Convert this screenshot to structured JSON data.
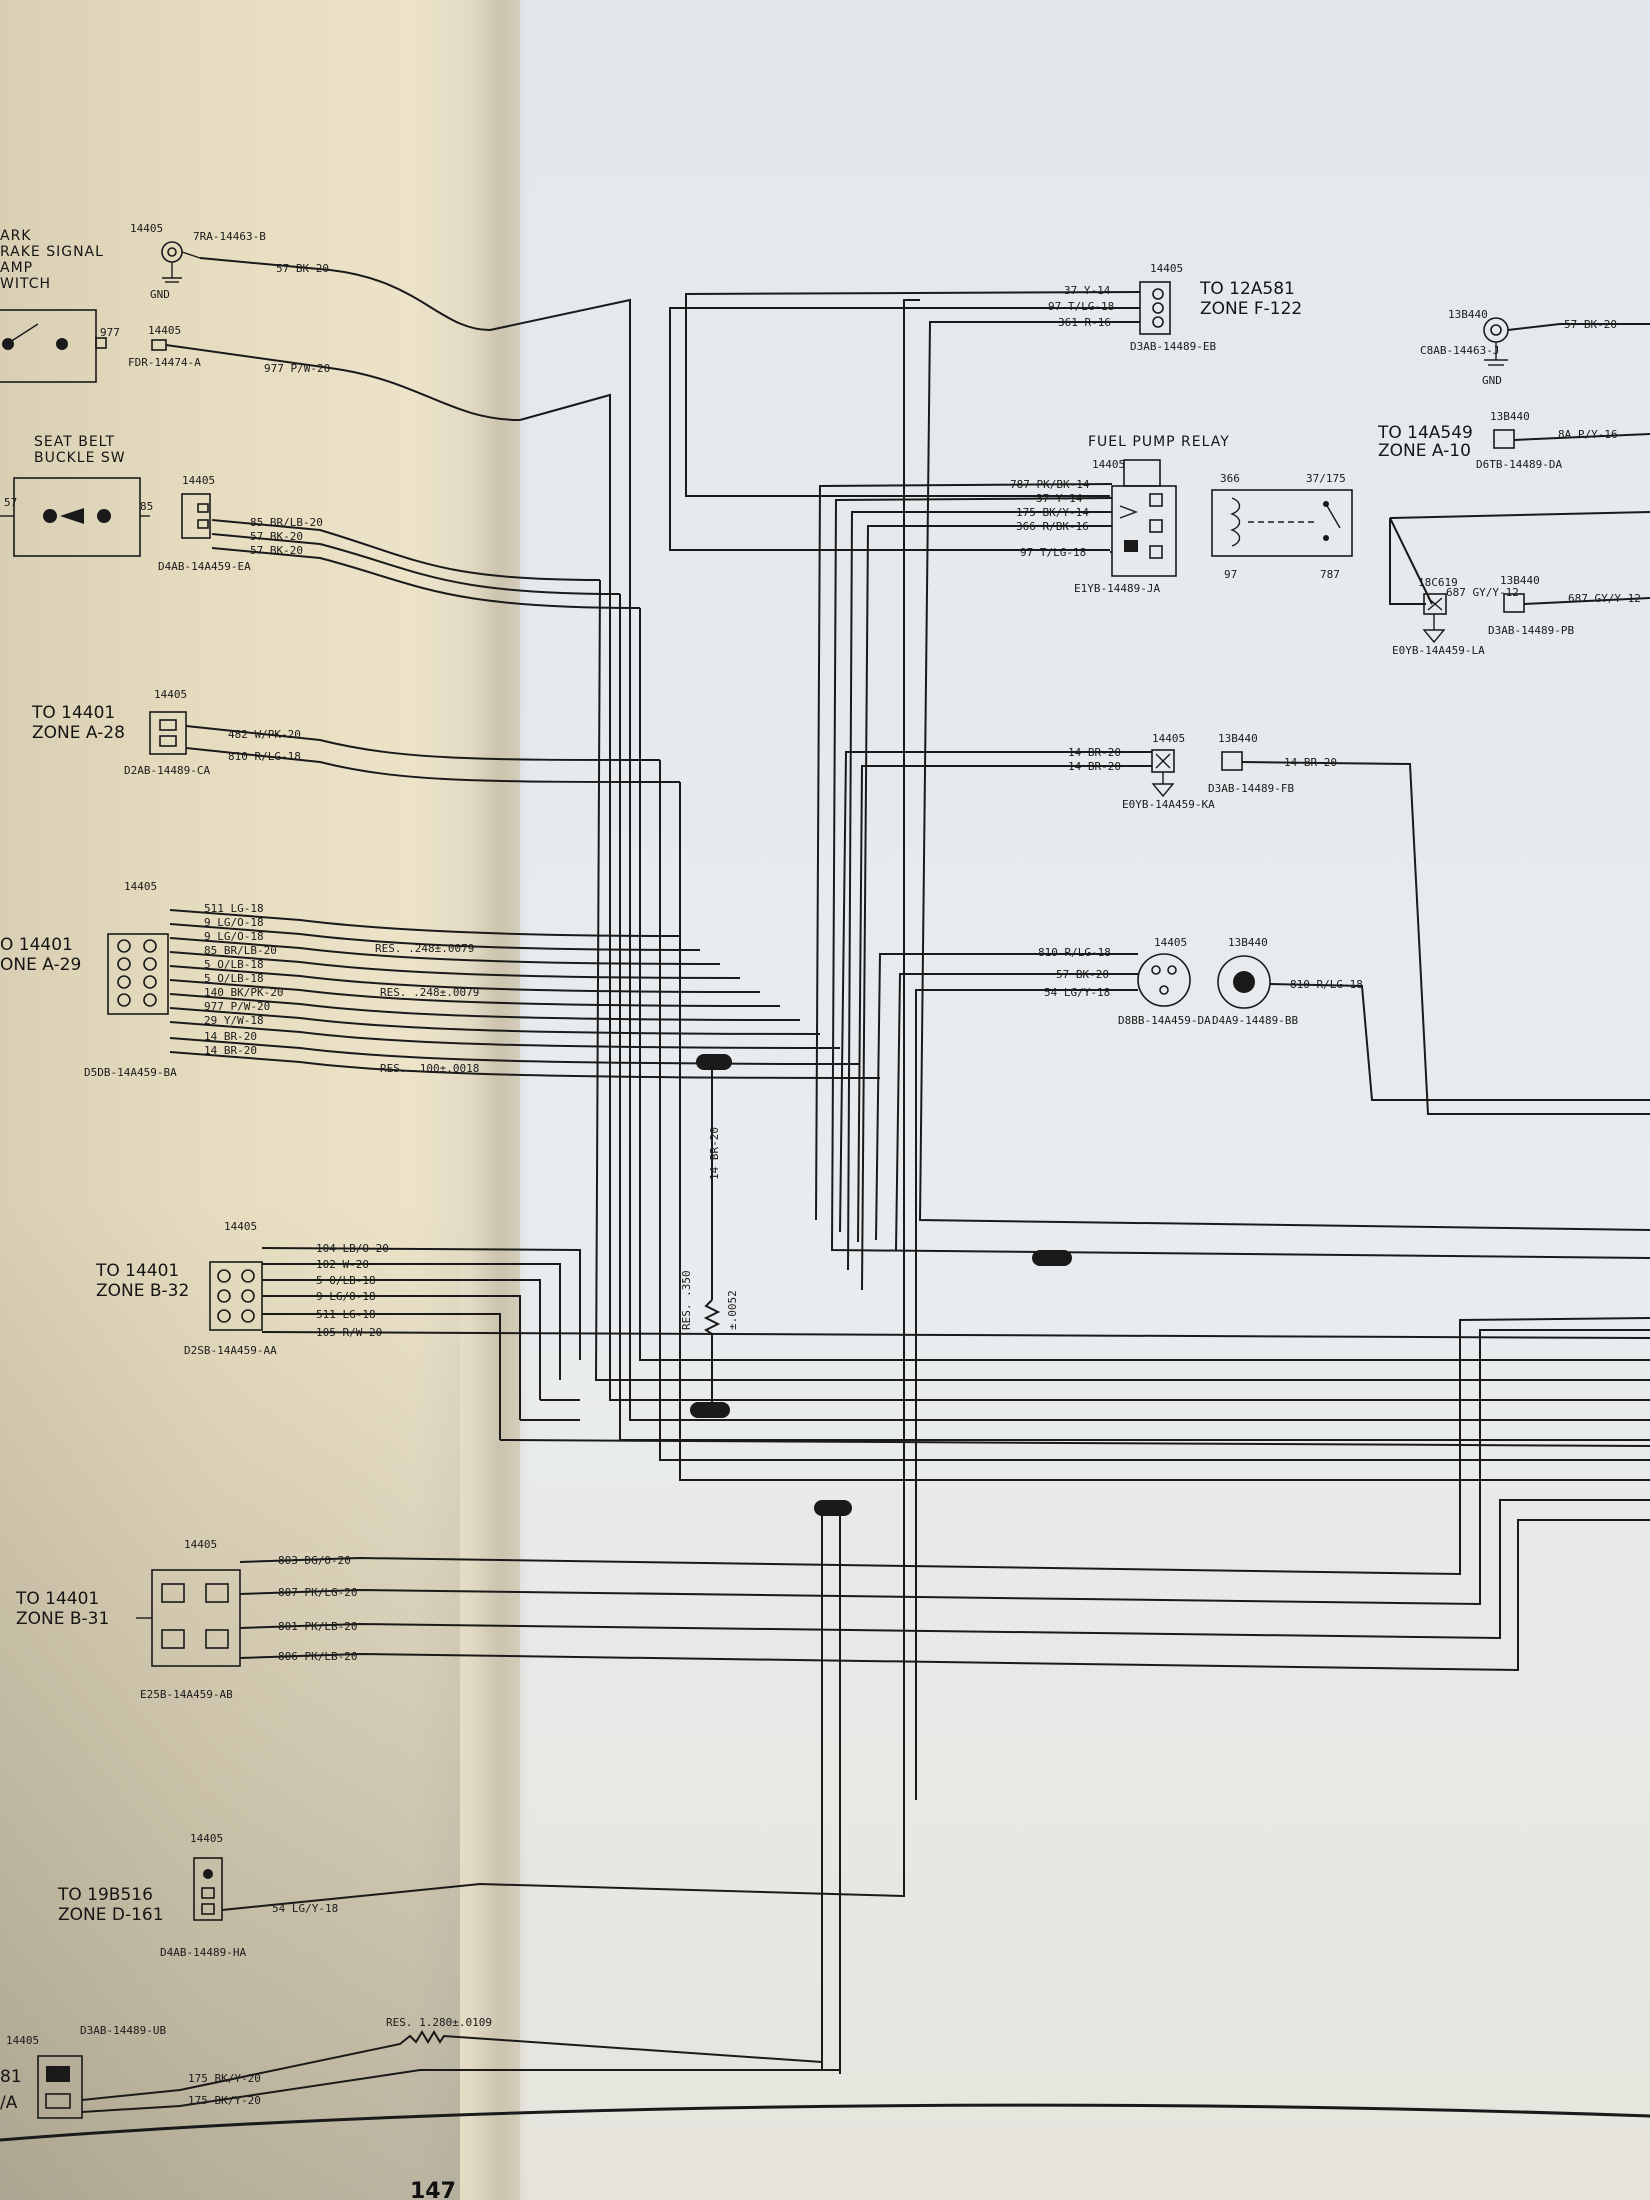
{
  "page_number": "147",
  "blocks": {
    "park_brake": {
      "title_lines": [
        "ARK",
        "RAKE SIGNAL",
        "AMP",
        "WITCH"
      ],
      "part": "14405",
      "pin": "977"
    },
    "gnd_top": {
      "part": "14405",
      "ref": "7RA-14463-B",
      "label": "GND",
      "wire": "57 BK-20"
    },
    "fdr": {
      "part": "14405",
      "ref": "FDR-14474-A",
      "wire": "977 P/W-20"
    },
    "seat_belt": {
      "title_lines": [
        "SEAT BELT",
        "BUCKLE SW"
      ],
      "pin_left": "57",
      "pin_right": "85",
      "part": "14405",
      "ref": "D4AB-14A459-EA",
      "wires": [
        "85 BR/LB-20",
        "57 BK-20",
        "57 BK-20"
      ]
    },
    "a28": {
      "title_lines": [
        "TO 14401",
        "ZONE A-28"
      ],
      "part": "14405",
      "ref": "D2AB-14489-CA",
      "wires": [
        "482 W/PK-20",
        "810 R/LG-18"
      ]
    },
    "a29": {
      "title_lines": [
        "O 14401",
        "ONE A-29"
      ],
      "part": "14405",
      "ref": "D5DB-14A459-BA",
      "wires": [
        "511 LG-18",
        "9 LG/O-18",
        "9 LG/O-18",
        "85 BR/LB-20",
        "5 O/LB-18",
        "5 O/LB-18",
        "140 BK/PK-20",
        "977 P/W-20",
        "29 Y/W-18",
        "14 BR-20",
        "14 BR-20"
      ],
      "resistors": [
        "RES. .248±.0079",
        "RES. .248±.0079",
        "RES. .100±.0018"
      ]
    },
    "b32": {
      "title_lines": [
        "TO 14401",
        "ZONE B-32"
      ],
      "part": "14405",
      "ref": "D2SB-14A459-AA",
      "wires": [
        "104 LB/O-20",
        "102 W-20",
        "5 O/LB-18",
        "9 LG/O-18",
        "511 LG-18",
        "105 R/W-20"
      ]
    },
    "center_wire": {
      "label": "14 BR-20",
      "res_a": "RES. .350",
      "res_b": "±.0052"
    },
    "b31": {
      "title_lines": [
        "TO 14401",
        "ZONE B-31"
      ],
      "part": "14405",
      "ref": "E25B-14A459-AB",
      "wires": [
        "803 DG/O-20",
        "807 PK/LG-20",
        "801 PK/LB-20",
        "806 PK/LB-20"
      ]
    },
    "d161": {
      "title_lines": [
        "TO 19B516",
        "ZONE D-161"
      ],
      "part": "14405",
      "ref": "D4AB-14489-HA",
      "wire": "54 LG/Y-18"
    },
    "bottom": {
      "part": "14405",
      "ref": "D3AB-14489-UB",
      "frag_lines": [
        "81",
        "/A"
      ],
      "wires": [
        "175 BK/Y-20",
        "175 BK/Y-20"
      ],
      "resistor": "RES. 1.280±.0109"
    },
    "f122": {
      "title_lines": [
        "TO 12A581",
        "ZONE F-122"
      ],
      "part": "14405",
      "ref": "D3AB-14489-EB",
      "wires": [
        "37 Y-14",
        "97 T/LG-18",
        "361 R-16"
      ]
    },
    "fuel_pump": {
      "title": "FUEL PUMP RELAY",
      "part": "14405",
      "ref": "E1YB-14489-JA",
      "wires": [
        "787 PK/BK-14",
        "37 Y-14",
        "175 BK/Y-14",
        "366 R/BK-16",
        "97 T/LG-18"
      ],
      "pins": [
        "366",
        "37/175",
        "97",
        "787"
      ]
    },
    "gnd_right": {
      "part": "13B440",
      "ref": "C8AB-14463-J",
      "label": "GND",
      "wire": "57 BK-20"
    },
    "a10": {
      "title_lines": [
        "TO 14A549",
        "ZONE A-10"
      ],
      "part": "13B440",
      "ref": "D6TB-14489-DA",
      "wire": "8A P/Y-16"
    },
    "c619": {
      "part_a": "18C619",
      "part_b": "13B440",
      "ref_a": "E0YB-14A459-LA",
      "ref_b": "D3AB-14489-PB",
      "wire_a": "687 GY/Y-12",
      "wire_b": "687 GY/Y-12"
    },
    "br14": {
      "part_a": "14405",
      "part_b": "13B440",
      "ref_a": "E0YB-14A459-KA",
      "ref_b": "D3AB-14489-FB",
      "wires": [
        "14 BR-20",
        "14 BR-20",
        "14 BR-20"
      ]
    },
    "round": {
      "part_a": "14405",
      "part_b": "13B440",
      "ref_a": "D8BB-14A459-DA",
      "ref_b": "D4A9-14489-BB",
      "wires": [
        "810 R/LG-18",
        "57 BK-20",
        "54 LG/Y-18",
        "810 R/LG-18"
      ]
    }
  }
}
